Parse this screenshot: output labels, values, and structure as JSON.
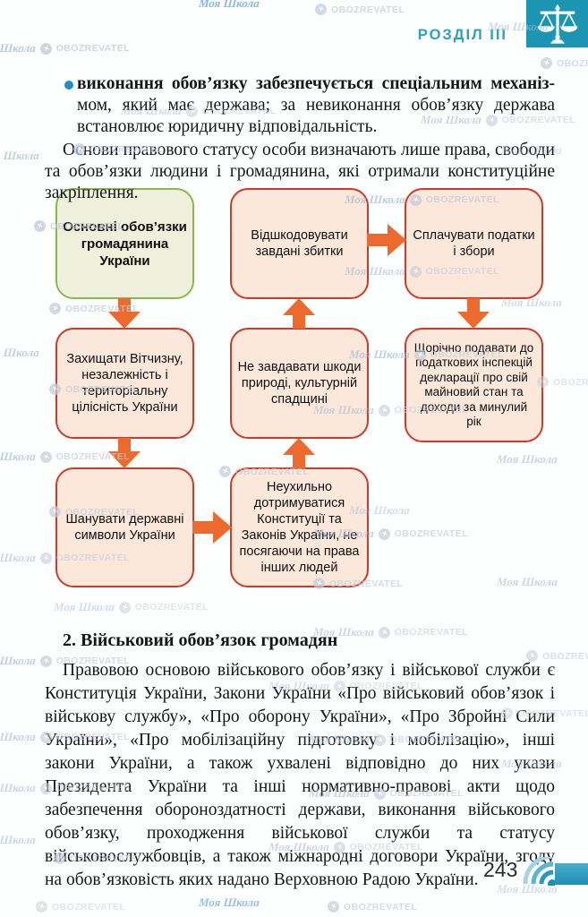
{
  "header": {
    "chapter": "РОЗДІЛ III"
  },
  "intro": {
    "bullet_bold": "виконання обов’язку забезпечується спеціальним механіз-",
    "bullet_rest": "мом, який має держава; за невиконання обов’язку держава встановлює юридичну відповідальність.",
    "paragraph": "Основи правового статусу особи визначають лише права, свободи та обов’язки людини і громадянина, які отримали конституційне закріплення."
  },
  "diagram": {
    "nodes": [
      {
        "id": "main-duties",
        "label": "Основні обов’язки громадянина України"
      },
      {
        "id": "compensate-damages",
        "label": "Відшкодовувати завдані збитки"
      },
      {
        "id": "pay-taxes",
        "label": "Сплачувати податки і збори"
      },
      {
        "id": "defend-homeland",
        "label": "Захищати Вітчизну, незалежність і територіальну цілісність України"
      },
      {
        "id": "no-harm-nature",
        "label": "Не завдавати шкоди природі, культурній спадщині"
      },
      {
        "id": "tax-declaration",
        "label": "Щорічно подавати до податкових інспекцій декларації про свій майновий стан та доходи за минулий рік"
      },
      {
        "id": "respect-symbols",
        "label": "Шанувати державні символи України"
      },
      {
        "id": "obey-constitution",
        "label": "Неухильно дотримуватися Конституції та Законів України, не посягаючи на права інших людей"
      }
    ],
    "edges": [
      {
        "from": "main-duties",
        "to": "defend-homeland"
      },
      {
        "from": "defend-homeland",
        "to": "respect-symbols"
      },
      {
        "from": "respect-symbols",
        "to": "obey-constitution"
      },
      {
        "from": "obey-constitution",
        "to": "no-harm-nature"
      },
      {
        "from": "no-harm-nature",
        "to": "compensate-damages"
      },
      {
        "from": "compensate-damages",
        "to": "pay-taxes"
      },
      {
        "from": "pay-taxes",
        "to": "tax-declaration"
      }
    ]
  },
  "military": {
    "heading": "2. Військовий обов’язок громадян",
    "paragraph": "Правовою основою військового обов’язку і військової служби є Конституція України, Закони України «Про військовий обов’язок і військову службу», «Про оборону України», «Про Збройні Сили України», «Про мобілізаційну підготовку і мобілізацію», інші закони України, а також ухвалені відповідно до них укази Президента України та інші нормативно-правові акти щодо забезпечення обороноздатності держави, виконання військового обов’язку, проходження військової служби та статусу військовослужбовців, а також міжнародні договори України, згоду на обов’язковість яких надано Верховною Радою України."
  },
  "footer": {
    "page_number": "243"
  },
  "watermarks": {
    "school": "Моя Школа",
    "oboz": "OBOZREVATEL"
  },
  "colors": {
    "teal": "#1b95b1",
    "chapter_text": "#2f9fbd",
    "bullet": "#1f8fc4",
    "green_border": "#89b84f",
    "green_fill": "#eef0db",
    "red_border": "#cc3b28",
    "peach_fill": "#fbe8db",
    "arrow": "#ec6a2e",
    "footer_teal": "#2193b8",
    "wm_gray": "#c3cdd8",
    "wm_blue": "#7fb0dc",
    "text": "#161616"
  }
}
